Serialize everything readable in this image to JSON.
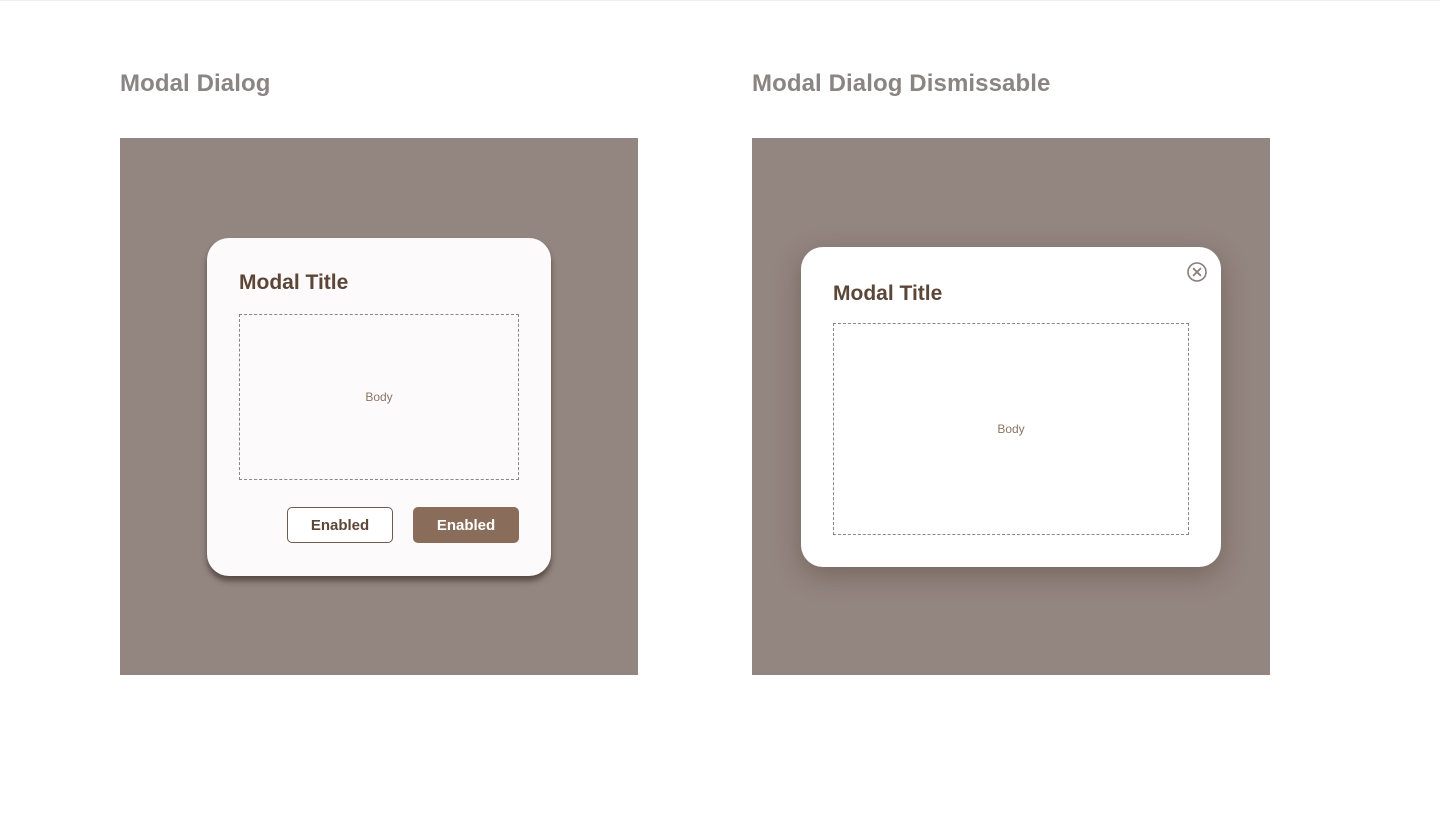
{
  "sections": [
    {
      "heading": "Modal Dialog",
      "modal": {
        "title": "Modal Title",
        "body": "Body",
        "secondary_button": "Enabled",
        "primary_button": "Enabled"
      }
    },
    {
      "heading": "Modal Dialog Dismissable",
      "modal": {
        "title": "Modal Title",
        "body": "Body",
        "close_icon": "close-circle-icon"
      }
    }
  ],
  "colors": {
    "backdrop": "#93857f",
    "title_text": "#5c4638",
    "section_heading": "#8a8583",
    "primary_button": "#8a6c5a"
  }
}
